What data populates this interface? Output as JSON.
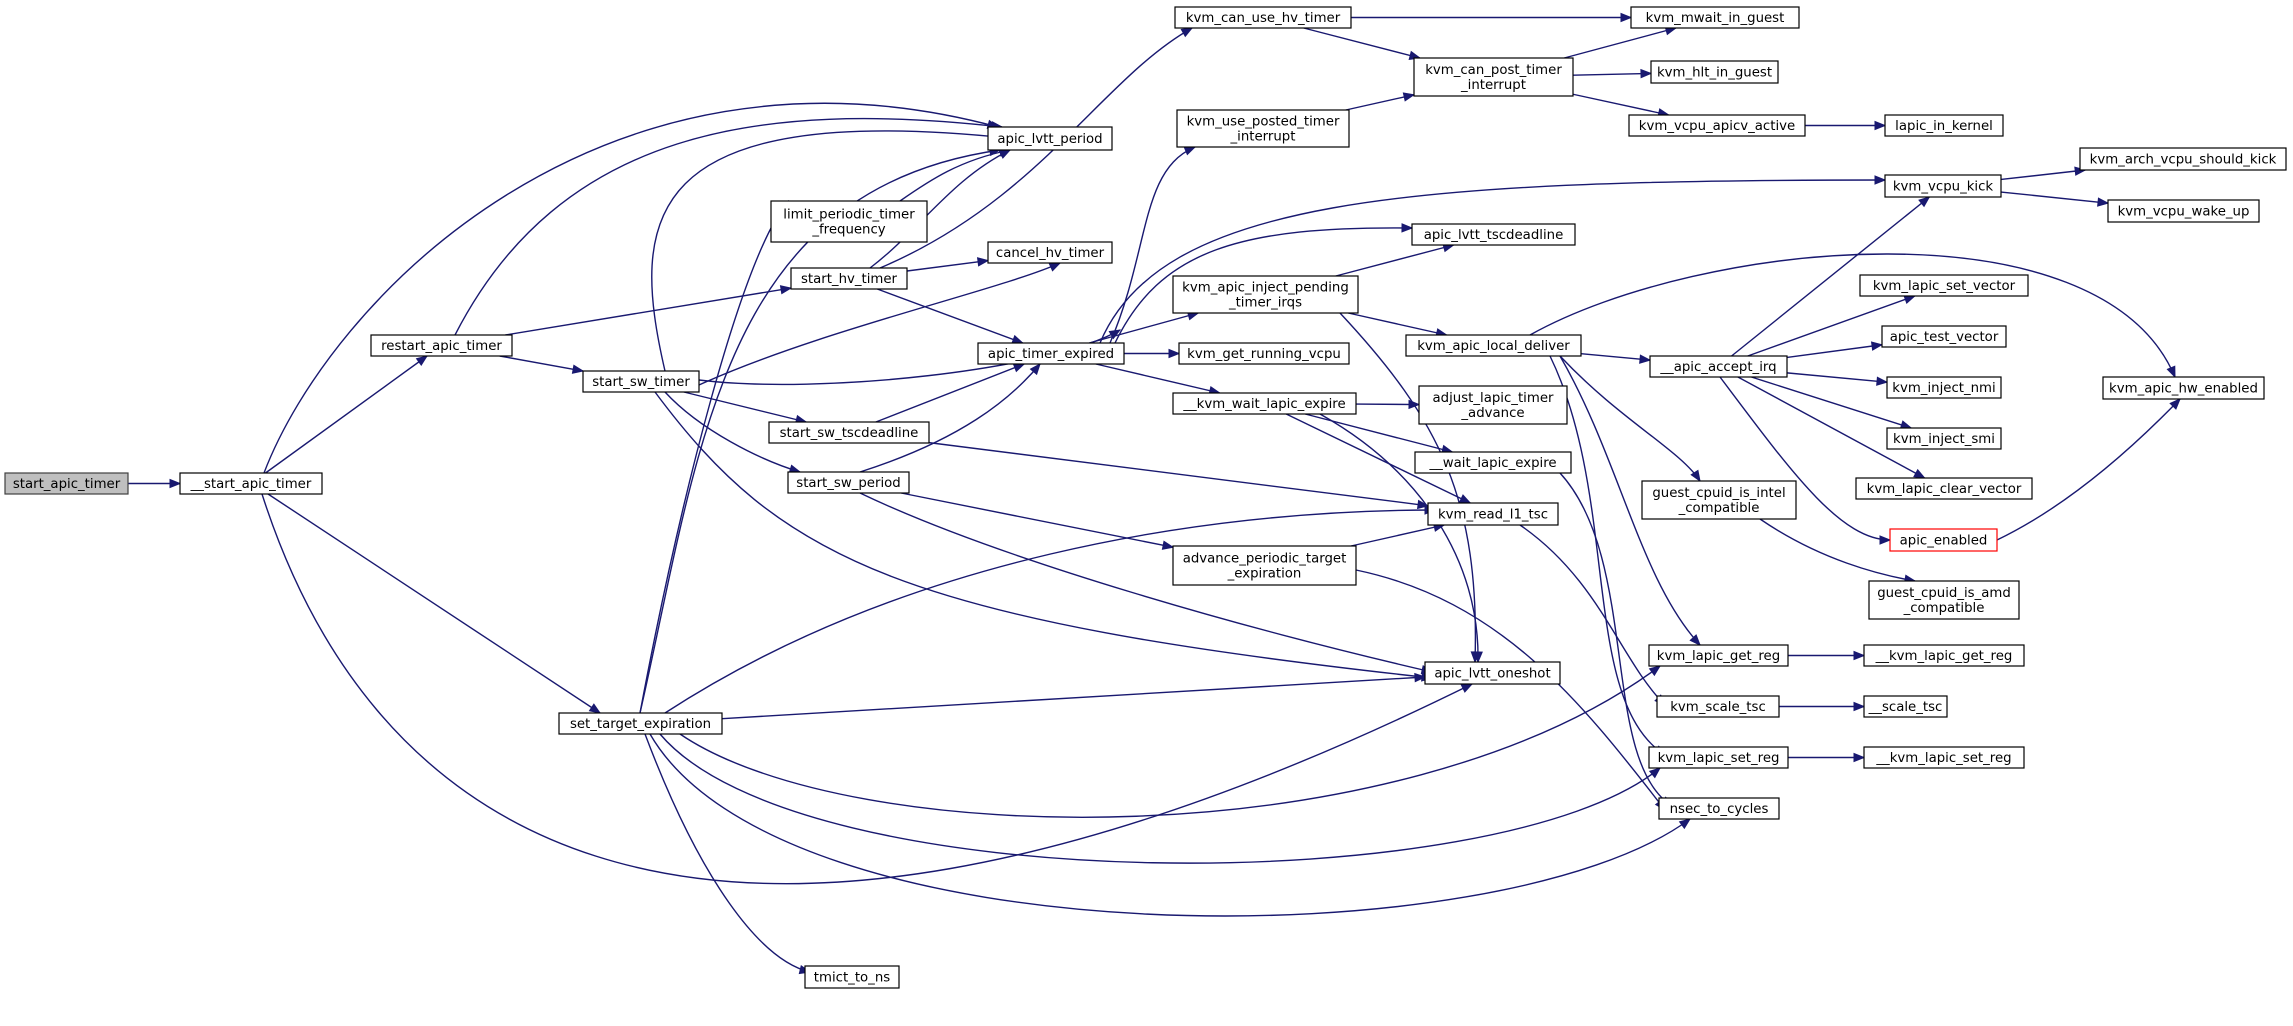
{
  "graph": {
    "type": "call-graph",
    "colors": {
      "edge": "#191970",
      "root_fill": "#bfbfbf",
      "node_fill": "#ffffff",
      "node_border": "#000000",
      "truncated_border": "#ff0000"
    },
    "nodes": [
      {
        "id": "start_apic_timer",
        "lines": [
          "start_apic_timer"
        ],
        "root": true
      },
      {
        "id": "__start_apic_timer",
        "lines": [
          "__start_apic_timer"
        ]
      },
      {
        "id": "restart_apic_timer",
        "lines": [
          "restart_apic_timer"
        ]
      },
      {
        "id": "set_target_expiration",
        "lines": [
          "set_target_expiration"
        ]
      },
      {
        "id": "start_sw_timer",
        "lines": [
          "start_sw_timer"
        ]
      },
      {
        "id": "apic_lvtt_period",
        "lines": [
          "apic_lvtt_period"
        ]
      },
      {
        "id": "limit_periodic_timer_frequency",
        "lines": [
          "limit_periodic_timer",
          "_frequency"
        ]
      },
      {
        "id": "start_hv_timer",
        "lines": [
          "start_hv_timer"
        ]
      },
      {
        "id": "cancel_hv_timer",
        "lines": [
          "cancel_hv_timer"
        ]
      },
      {
        "id": "start_sw_tscdeadline",
        "lines": [
          "start_sw_tscdeadline"
        ]
      },
      {
        "id": "start_sw_period",
        "lines": [
          "start_sw_period"
        ]
      },
      {
        "id": "tmict_to_ns",
        "lines": [
          "tmict_to_ns"
        ]
      },
      {
        "id": "apic_timer_expired",
        "lines": [
          "apic_timer_expired"
        ]
      },
      {
        "id": "kvm_can_use_hv_timer",
        "lines": [
          "kvm_can_use_hv_timer"
        ]
      },
      {
        "id": "kvm_use_posted_timer_interrupt",
        "lines": [
          "kvm_use_posted_timer",
          "_interrupt"
        ]
      },
      {
        "id": "kvm_apic_inject_pending_timer_irqs",
        "lines": [
          "kvm_apic_inject_pending",
          "_timer_irqs"
        ]
      },
      {
        "id": "kvm_get_running_vcpu",
        "lines": [
          "kvm_get_running_vcpu"
        ]
      },
      {
        "id": "__kvm_wait_lapic_expire",
        "lines": [
          "__kvm_wait_lapic_expire"
        ]
      },
      {
        "id": "advance_periodic_target_expiration",
        "lines": [
          "advance_periodic_target",
          "_expiration"
        ]
      },
      {
        "id": "kvm_can_post_timer_interrupt",
        "lines": [
          "kvm_can_post_timer",
          "_interrupt"
        ]
      },
      {
        "id": "apic_lvtt_tscdeadline",
        "lines": [
          "apic_lvtt_tscdeadline"
        ]
      },
      {
        "id": "kvm_apic_local_deliver",
        "lines": [
          "kvm_apic_local_deliver"
        ]
      },
      {
        "id": "adjust_lapic_timer_advance",
        "lines": [
          "adjust_lapic_timer",
          "_advance"
        ]
      },
      {
        "id": "__wait_lapic_expire",
        "lines": [
          "__wait_lapic_expire"
        ]
      },
      {
        "id": "kvm_read_l1_tsc",
        "lines": [
          "kvm_read_l1_tsc"
        ]
      },
      {
        "id": "apic_lvtt_oneshot",
        "lines": [
          "apic_lvtt_oneshot"
        ]
      },
      {
        "id": "kvm_mwait_in_guest",
        "lines": [
          "kvm_mwait_in_guest"
        ]
      },
      {
        "id": "kvm_hlt_in_guest",
        "lines": [
          "kvm_hlt_in_guest"
        ]
      },
      {
        "id": "kvm_vcpu_apicv_active",
        "lines": [
          "kvm_vcpu_apicv_active"
        ]
      },
      {
        "id": "__apic_accept_irq",
        "lines": [
          "__apic_accept_irq"
        ]
      },
      {
        "id": "guest_cpuid_is_intel_compatible",
        "lines": [
          "guest_cpuid_is_intel",
          "_compatible"
        ]
      },
      {
        "id": "kvm_lapic_get_reg",
        "lines": [
          "kvm_lapic_get_reg"
        ]
      },
      {
        "id": "kvm_scale_tsc",
        "lines": [
          "kvm_scale_tsc"
        ]
      },
      {
        "id": "kvm_lapic_set_reg",
        "lines": [
          "kvm_lapic_set_reg"
        ]
      },
      {
        "id": "nsec_to_cycles",
        "lines": [
          "nsec_to_cycles"
        ]
      },
      {
        "id": "lapic_in_kernel",
        "lines": [
          "lapic_in_kernel"
        ]
      },
      {
        "id": "kvm_vcpu_kick",
        "lines": [
          "kvm_vcpu_kick"
        ]
      },
      {
        "id": "kvm_lapic_set_vector",
        "lines": [
          "kvm_lapic_set_vector"
        ]
      },
      {
        "id": "apic_test_vector",
        "lines": [
          "apic_test_vector"
        ]
      },
      {
        "id": "kvm_inject_nmi",
        "lines": [
          "kvm_inject_nmi"
        ]
      },
      {
        "id": "kvm_inject_smi",
        "lines": [
          "kvm_inject_smi"
        ]
      },
      {
        "id": "kvm_lapic_clear_vector",
        "lines": [
          "kvm_lapic_clear_vector"
        ]
      },
      {
        "id": "apic_enabled",
        "lines": [
          "apic_enabled"
        ],
        "truncated": true
      },
      {
        "id": "guest_cpuid_is_amd_compatible",
        "lines": [
          "guest_cpuid_is_amd",
          "_compatible"
        ]
      },
      {
        "id": "__kvm_lapic_get_reg",
        "lines": [
          "__kvm_lapic_get_reg"
        ]
      },
      {
        "id": "__scale_tsc",
        "lines": [
          "__scale_tsc"
        ]
      },
      {
        "id": "__kvm_lapic_set_reg",
        "lines": [
          "__kvm_lapic_set_reg"
        ]
      },
      {
        "id": "kvm_arch_vcpu_should_kick",
        "lines": [
          "kvm_arch_vcpu_should_kick"
        ]
      },
      {
        "id": "kvm_vcpu_wake_up",
        "lines": [
          "kvm_vcpu_wake_up"
        ]
      },
      {
        "id": "kvm_apic_hw_enabled",
        "lines": [
          "kvm_apic_hw_enabled"
        ]
      }
    ],
    "edges": [
      {
        "from": "start_apic_timer",
        "to": "__start_apic_timer"
      },
      {
        "from": "__start_apic_timer",
        "to": "apic_lvtt_period"
      },
      {
        "from": "__start_apic_timer",
        "to": "restart_apic_timer"
      },
      {
        "from": "__start_apic_timer",
        "to": "set_target_expiration"
      },
      {
        "from": "__start_apic_timer",
        "to": "apic_lvtt_oneshot"
      },
      {
        "from": "restart_apic_timer",
        "to": "apic_lvtt_period"
      },
      {
        "from": "restart_apic_timer",
        "to": "start_hv_timer"
      },
      {
        "from": "restart_apic_timer",
        "to": "start_sw_timer"
      },
      {
        "from": "start_sw_timer",
        "to": "apic_lvtt_period"
      },
      {
        "from": "start_sw_timer",
        "to": "cancel_hv_timer"
      },
      {
        "from": "start_sw_timer",
        "to": "apic_lvtt_tscdeadline"
      },
      {
        "from": "start_sw_timer",
        "to": "start_sw_tscdeadline"
      },
      {
        "from": "start_sw_timer",
        "to": "start_sw_period"
      },
      {
        "from": "start_sw_timer",
        "to": "apic_lvtt_oneshot"
      },
      {
        "from": "set_target_expiration",
        "to": "apic_lvtt_period"
      },
      {
        "from": "set_target_expiration",
        "to": "limit_periodic_timer_frequency"
      },
      {
        "from": "set_target_expiration",
        "to": "kvm_read_l1_tsc"
      },
      {
        "from": "set_target_expiration",
        "to": "apic_lvtt_oneshot"
      },
      {
        "from": "set_target_expiration",
        "to": "kvm_lapic_get_reg"
      },
      {
        "from": "set_target_expiration",
        "to": "kvm_lapic_set_reg"
      },
      {
        "from": "set_target_expiration",
        "to": "nsec_to_cycles"
      },
      {
        "from": "set_target_expiration",
        "to": "tmict_to_ns"
      },
      {
        "from": "limit_periodic_timer_frequency",
        "to": "apic_lvtt_period"
      },
      {
        "from": "start_hv_timer",
        "to": "apic_lvtt_period"
      },
      {
        "from": "start_hv_timer",
        "to": "cancel_hv_timer"
      },
      {
        "from": "start_hv_timer",
        "to": "apic_timer_expired"
      },
      {
        "from": "start_hv_timer",
        "to": "kvm_can_use_hv_timer"
      },
      {
        "from": "start_sw_tscdeadline",
        "to": "apic_timer_expired"
      },
      {
        "from": "start_sw_tscdeadline",
        "to": "kvm_read_l1_tsc"
      },
      {
        "from": "start_sw_period",
        "to": "apic_timer_expired"
      },
      {
        "from": "start_sw_period",
        "to": "advance_periodic_target_expiration"
      },
      {
        "from": "start_sw_period",
        "to": "apic_lvtt_oneshot"
      },
      {
        "from": "apic_timer_expired",
        "to": "kvm_use_posted_timer_interrupt"
      },
      {
        "from": "apic_timer_expired",
        "to": "apic_lvtt_tscdeadline"
      },
      {
        "from": "apic_timer_expired",
        "to": "kvm_apic_inject_pending_timer_irqs"
      },
      {
        "from": "apic_timer_expired",
        "to": "kvm_get_running_vcpu"
      },
      {
        "from": "apic_timer_expired",
        "to": "__kvm_wait_lapic_expire"
      },
      {
        "from": "apic_timer_expired",
        "to": "kvm_vcpu_kick"
      },
      {
        "from": "kvm_can_use_hv_timer",
        "to": "kvm_mwait_in_guest"
      },
      {
        "from": "kvm_can_use_hv_timer",
        "to": "kvm_can_post_timer_interrupt"
      },
      {
        "from": "kvm_use_posted_timer_interrupt",
        "to": "kvm_can_post_timer_interrupt"
      },
      {
        "from": "kvm_can_post_timer_interrupt",
        "to": "kvm_mwait_in_guest"
      },
      {
        "from": "kvm_can_post_timer_interrupt",
        "to": "kvm_hlt_in_guest"
      },
      {
        "from": "kvm_can_post_timer_interrupt",
        "to": "kvm_vcpu_apicv_active"
      },
      {
        "from": "kvm_vcpu_apicv_active",
        "to": "lapic_in_kernel"
      },
      {
        "from": "kvm_apic_inject_pending_timer_irqs",
        "to": "apic_lvtt_tscdeadline"
      },
      {
        "from": "kvm_apic_inject_pending_timer_irqs",
        "to": "kvm_apic_local_deliver"
      },
      {
        "from": "kvm_apic_inject_pending_timer_irqs",
        "to": "apic_lvtt_oneshot"
      },
      {
        "from": "kvm_apic_local_deliver",
        "to": "__apic_accept_irq"
      },
      {
        "from": "kvm_apic_local_deliver",
        "to": "kvm_apic_hw_enabled"
      },
      {
        "from": "kvm_apic_local_deliver",
        "to": "guest_cpuid_is_intel_compatible"
      },
      {
        "from": "kvm_apic_local_deliver",
        "to": "kvm_lapic_get_reg"
      },
      {
        "from": "kvm_apic_local_deliver",
        "to": "kvm_lapic_set_reg"
      },
      {
        "from": "__apic_accept_irq",
        "to": "kvm_vcpu_kick"
      },
      {
        "from": "__apic_accept_irq",
        "to": "kvm_lapic_set_vector"
      },
      {
        "from": "__apic_accept_irq",
        "to": "apic_test_vector"
      },
      {
        "from": "__apic_accept_irq",
        "to": "kvm_inject_nmi"
      },
      {
        "from": "__apic_accept_irq",
        "to": "kvm_inject_smi"
      },
      {
        "from": "__apic_accept_irq",
        "to": "kvm_lapic_clear_vector"
      },
      {
        "from": "__apic_accept_irq",
        "to": "apic_enabled"
      },
      {
        "from": "apic_enabled",
        "to": "kvm_apic_hw_enabled"
      },
      {
        "from": "kvm_vcpu_kick",
        "to": "kvm_arch_vcpu_should_kick"
      },
      {
        "from": "kvm_vcpu_kick",
        "to": "kvm_vcpu_wake_up"
      },
      {
        "from": "guest_cpuid_is_intel_compatible",
        "to": "guest_cpuid_is_amd_compatible"
      },
      {
        "from": "kvm_lapic_get_reg",
        "to": "__kvm_lapic_get_reg"
      },
      {
        "from": "kvm_lapic_set_reg",
        "to": "__kvm_lapic_set_reg"
      },
      {
        "from": "kvm_scale_tsc",
        "to": "__scale_tsc"
      },
      {
        "from": "__kvm_wait_lapic_expire",
        "to": "adjust_lapic_timer_advance"
      },
      {
        "from": "__kvm_wait_lapic_expire",
        "to": "__wait_lapic_expire"
      },
      {
        "from": "__kvm_wait_lapic_expire",
        "to": "kvm_read_l1_tsc"
      },
      {
        "from": "__kvm_wait_lapic_expire",
        "to": "apic_lvtt_oneshot"
      },
      {
        "from": "__wait_lapic_expire",
        "to": "nsec_to_cycles"
      },
      {
        "from": "advance_periodic_target_expiration",
        "to": "kvm_read_l1_tsc"
      },
      {
        "from": "advance_periodic_target_expiration",
        "to": "nsec_to_cycles"
      },
      {
        "from": "kvm_read_l1_tsc",
        "to": "kvm_scale_tsc"
      }
    ]
  }
}
